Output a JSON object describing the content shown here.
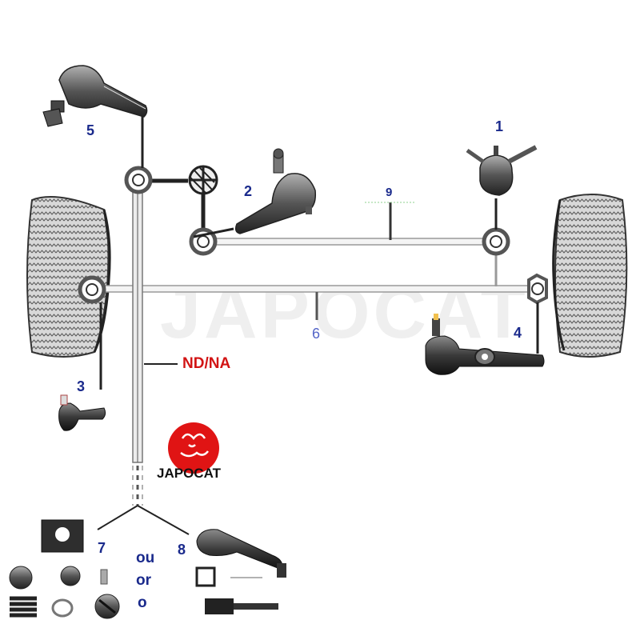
{
  "labels": {
    "p1": "1",
    "p2": "2",
    "p3": "3",
    "p4": "4",
    "p5": "5",
    "p6": "6",
    "p7": "7",
    "p8": "8",
    "p9": "9",
    "nd_na": "ND/NA",
    "ou": "ou",
    "or": "or",
    "o": "o"
  },
  "watermark": "JAPOCAT",
  "logo": {
    "text": "JAPOCAT"
  },
  "colors": {
    "number_blue": "#1a2a8c",
    "leader_red": "#d21414",
    "logo_red": "#e01414",
    "part_dark": "#222222",
    "rod_grey": "#9a9a9a"
  }
}
